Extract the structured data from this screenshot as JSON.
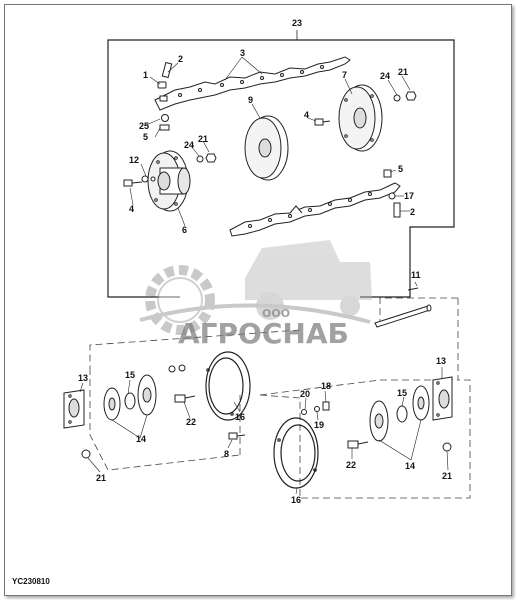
{
  "diagram": {
    "figure_code": "YC230810",
    "watermark": {
      "small": "ООО",
      "big": "АГРОСНАБ"
    },
    "callouts": [
      "23",
      "2",
      "3",
      "1",
      "7",
      "24",
      "21",
      "4",
      "9",
      "25",
      "5",
      "24",
      "21",
      "12",
      "4",
      "6",
      "5",
      "17",
      "2",
      "11",
      "13",
      "15",
      "14",
      "22",
      "16",
      "8",
      "18",
      "20",
      "19",
      "13",
      "15",
      "16",
      "22",
      "14",
      "21",
      "21"
    ]
  }
}
